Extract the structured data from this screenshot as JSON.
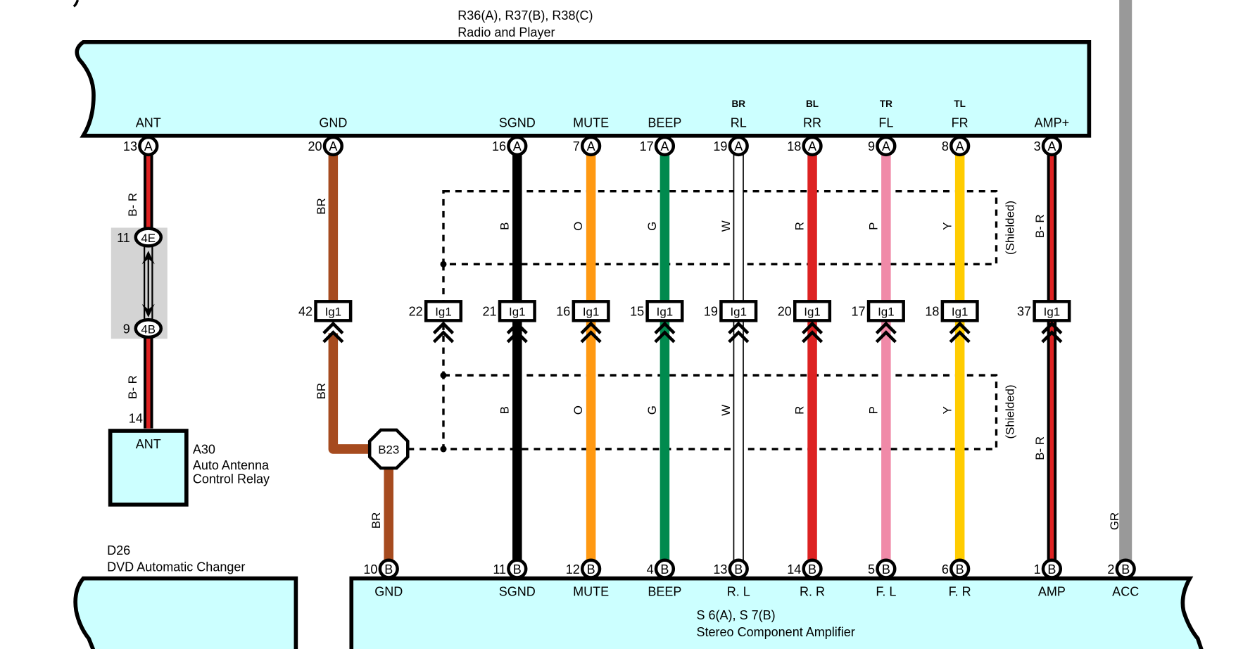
{
  "top_connector": {
    "id": "R36(A), R37(B), R38(C)",
    "name": "Radio and Player",
    "pins": [
      {
        "label": "ANT",
        "pin": "13",
        "conn": "A"
      },
      {
        "label": "GND",
        "pin": "20",
        "conn": "A"
      },
      {
        "label": "SGND",
        "pin": "16",
        "conn": "A"
      },
      {
        "label": "MUTE",
        "pin": "7",
        "conn": "A"
      },
      {
        "label": "BEEP",
        "pin": "17",
        "conn": "A"
      },
      {
        "label": "RL",
        "sub": "BR",
        "pin": "19",
        "conn": "A"
      },
      {
        "label": "RR",
        "sub": "BL",
        "pin": "18",
        "conn": "A"
      },
      {
        "label": "FL",
        "sub": "TR",
        "pin": "9",
        "conn": "A"
      },
      {
        "label": "FR",
        "sub": "TL",
        "pin": "8",
        "conn": "A"
      },
      {
        "label": "AMP+",
        "pin": "3",
        "conn": "A"
      }
    ]
  },
  "bottom_connector": {
    "id": "S 6(A), S 7(B)",
    "name": "Stereo Component Amplifier",
    "pins": [
      {
        "label": "GND",
        "pin": "10",
        "conn": "B"
      },
      {
        "label": "SGND",
        "pin": "11",
        "conn": "B"
      },
      {
        "label": "MUTE",
        "pin": "12",
        "conn": "B"
      },
      {
        "label": "BEEP",
        "pin": "4",
        "conn": "B"
      },
      {
        "label": "R. L",
        "pin": "13",
        "conn": "B"
      },
      {
        "label": "R. R",
        "pin": "14",
        "conn": "B"
      },
      {
        "label": "F. L",
        "pin": "5",
        "conn": "B"
      },
      {
        "label": "F. R",
        "pin": "6",
        "conn": "B"
      },
      {
        "label": "AMP",
        "pin": "1",
        "conn": "B"
      },
      {
        "label": "ACC",
        "pin": "2",
        "conn": "B"
      }
    ]
  },
  "dvd_changer": {
    "id": "D26",
    "name": "DVD Automatic Changer"
  },
  "antenna_relay": {
    "id": "A30",
    "name_line1": "Auto Antenna",
    "name_line2": "Control Relay",
    "pin_label": "ANT",
    "pin": "14"
  },
  "antenna_inline": {
    "upper": {
      "pin": "11",
      "conn": "4E"
    },
    "lower": {
      "pin": "9",
      "conn": "4B"
    }
  },
  "ground_point": "B23",
  "junction_label": "Ig1",
  "junctions": [
    "42",
    "22",
    "21",
    "16",
    "15",
    "19",
    "20",
    "17",
    "18",
    "37"
  ],
  "wire_codes": {
    "ant": "B- R",
    "gnd": "BR",
    "sgnd": "B",
    "mute": "O",
    "beep": "G",
    "rl": "W",
    "rr": "R",
    "fl": "P",
    "fr": "Y",
    "amp": "B- R",
    "acc": "GR"
  },
  "shielded_label": "(Shielded)",
  "colors": {
    "connector_fill": "#ccffff",
    "BR": "#a64b1f",
    "B": "#000000",
    "O": "#ff9912",
    "G": "#008a4e",
    "W": "#ffffff",
    "R": "#dd2222",
    "P": "#f08aa8",
    "Y": "#ffcc00",
    "GR": "#999999",
    "relay_bg": "#d4d4d4"
  }
}
